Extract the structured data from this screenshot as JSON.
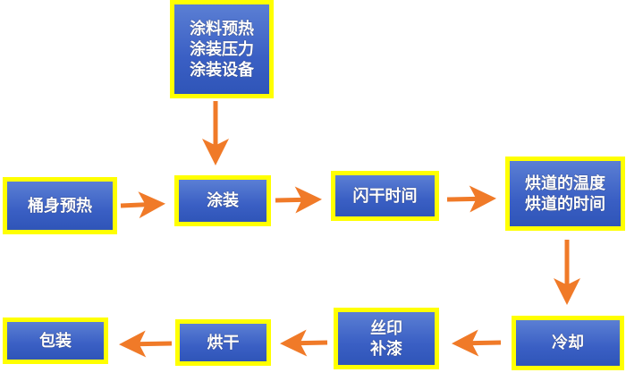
{
  "nodes": {
    "coating_params": [
      "涂料预热",
      "涂装压力",
      "涂装设备"
    ],
    "can_preheat": "桶身预热",
    "coating": "涂装",
    "flash_time": "闪干时间",
    "oven": [
      "烘道的温度",
      "烘道的时间"
    ],
    "cooling": "冷却",
    "print_touchup": [
      "丝印",
      "补漆"
    ],
    "drying": "烘干",
    "packaging": "包装"
  },
  "colors": {
    "box_fill": "#3a5fc4",
    "box_border": "#ffff00",
    "arrow": "#f07a28"
  }
}
